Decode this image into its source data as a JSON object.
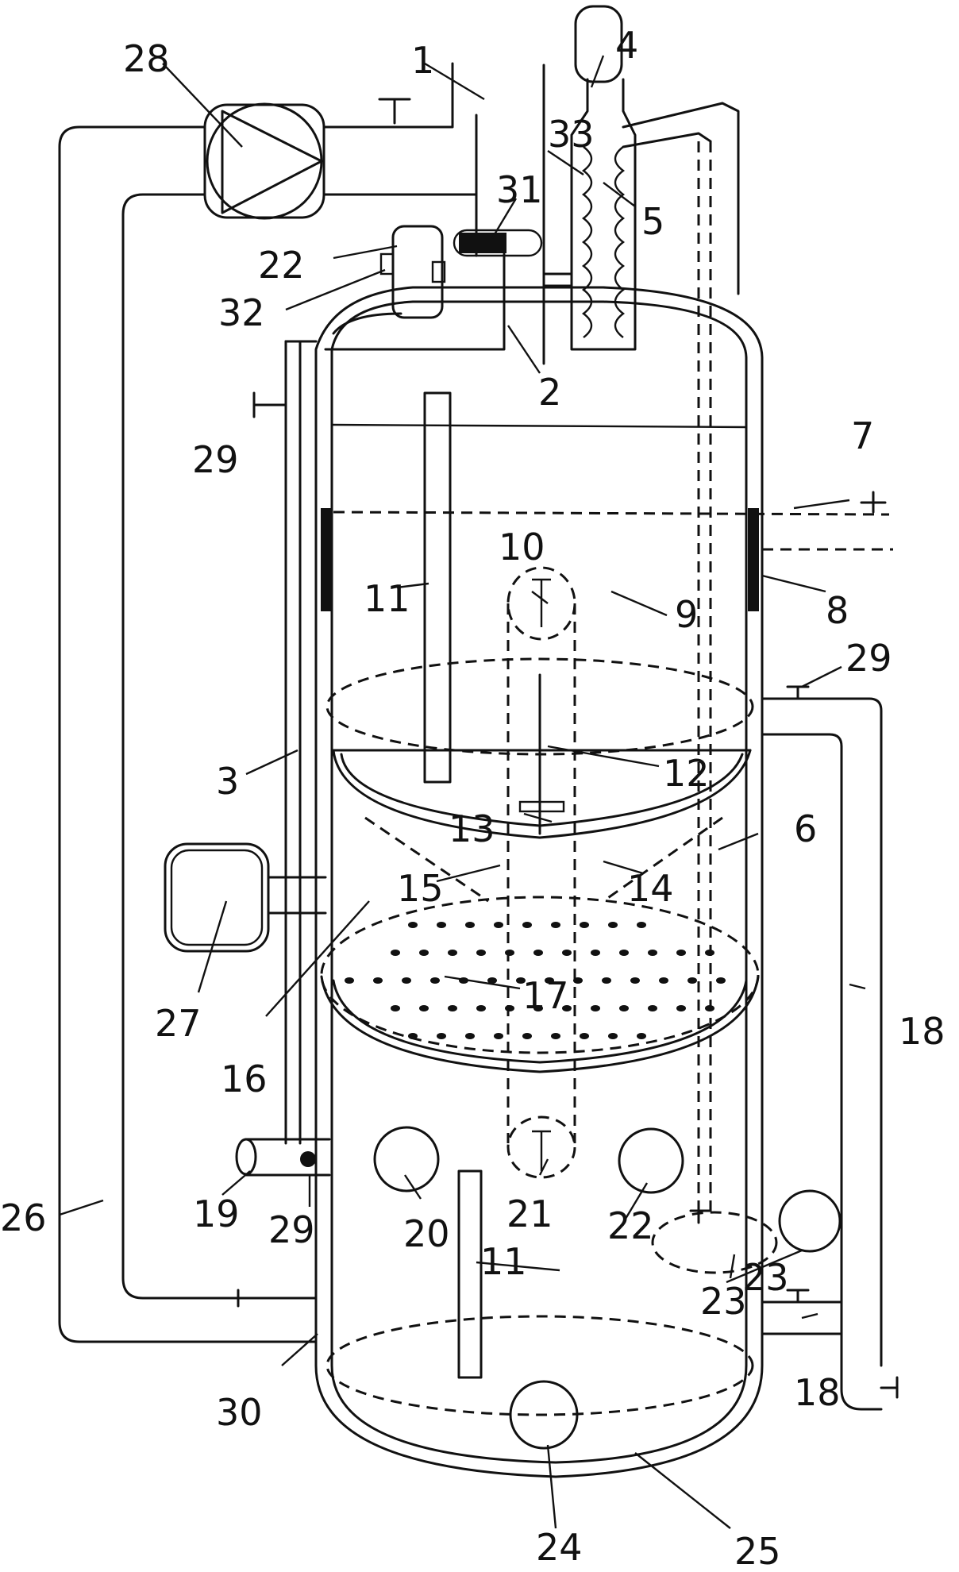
{
  "labels": {
    "l1": "1",
    "l2": "2",
    "l3": "3",
    "l4": "4",
    "l5": "5",
    "l6": "6",
    "l7": "7",
    "l8": "8",
    "l9": "9",
    "l10": "10",
    "l11a": "11",
    "l11b": "11",
    "l12": "12",
    "l13": "13",
    "l14": "14",
    "l15": "15",
    "l16": "16",
    "l17": "17",
    "l18a": "18",
    "l18b": "18",
    "l19": "19",
    "l20": "20",
    "l21": "21",
    "l22a": "22",
    "l22b": "22",
    "l23a": "23",
    "l23b": "23",
    "l24": "24",
    "l25": "25",
    "l26": "26",
    "l27": "27",
    "l28": "28",
    "l29a": "29",
    "l29b": "29",
    "l29c": "29",
    "l30": "30",
    "l31": "31",
    "l32": "32",
    "l33": "33"
  },
  "colors": {
    "ink": "#111111",
    "background": "#ffffff"
  }
}
